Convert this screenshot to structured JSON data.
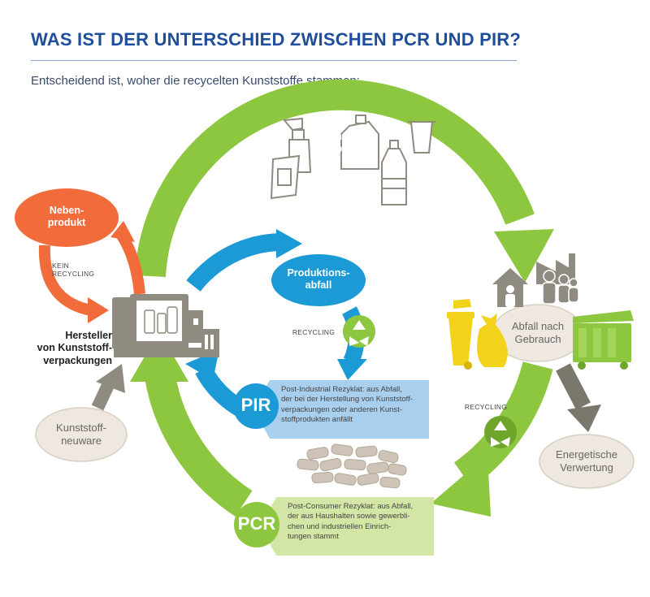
{
  "header": {
    "title": "WAS IST DER UNTERSCHIED ZWISCHEN PCR UND PIR?",
    "subtitle": "Entscheidend ist, woher die recycelten Kunststoffe stammen:"
  },
  "nodes": {
    "packaging": "Kunststoff-\nverpackung",
    "byproduct": "Neben-\nprodukt",
    "production_waste": "Produktions-\nabfall",
    "manufacturer": "Hersteller\nvon Kunststoff-\nverpackungen",
    "post_use_waste": "Abfall nach\nGebrauch",
    "virgin_material": "Kunststoff-\nneuware",
    "energy_recovery": "Energetische\nVerwertung"
  },
  "labels": {
    "no_recycling": "KEIN\nRECYCLING",
    "recycling_pir": "RECYCLING",
    "recycling_pcr": "RECYCLING"
  },
  "pir": {
    "badge": "PIR",
    "text": "Post-Industrial Rezyklat: aus Abfall,\nder bei der Herstellung von Kunststoff-\nverpackungen oder anderen Kunst-\nstoffprodukten anfällt"
  },
  "pcr": {
    "badge": "PCR",
    "text": "Post-Consumer Rezyklat: aus Abfall,\nder aus Haushalten sowie gewerbli-\nchen und industriellen Einrich-\ntungen stammt"
  },
  "colors": {
    "title_blue": "#1f4e9c",
    "green": "#8dc63f",
    "blue": "#1b9ad6",
    "orange": "#f26b3a",
    "grey": "#8f8b80",
    "beige": "#efe8e0",
    "light_blue_box": "#a9cfee",
    "light_green_box": "#d3e6a5",
    "yellow": "#f2d21b"
  },
  "icons": [
    "spray-bottle-icon",
    "bottle-icon",
    "canister-icon",
    "cup-icon",
    "pouch-icon",
    "recycling-icon",
    "house-icon",
    "family-icon",
    "factory-icon",
    "trash-can-icon",
    "garbage-bag-icon",
    "dumpster-icon",
    "machine-icon",
    "granulate-icon"
  ]
}
